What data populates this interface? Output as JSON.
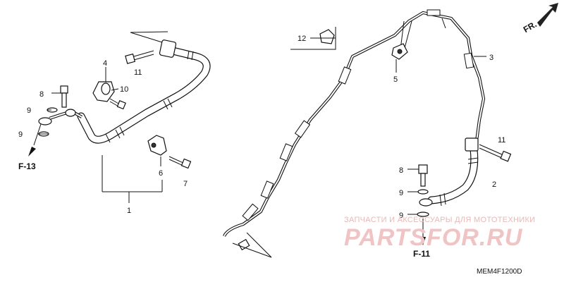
{
  "callouts": {
    "c1": "1",
    "c2": "2",
    "c3": "3",
    "c4": "4",
    "c5": "5",
    "c6": "6",
    "c7": "7",
    "c8_left": "8",
    "c8_right": "8",
    "c9_left_a": "9",
    "c9_left_b": "9",
    "c9_right_a": "9",
    "c9_right_b": "9",
    "c10": "10",
    "c11_left": "11",
    "c11_right": "11",
    "c12": "12"
  },
  "references": {
    "left": "F-13",
    "right": "F-11"
  },
  "direction_arrow": {
    "label": "FR."
  },
  "diagram_code": "MEM4F1200D",
  "watermark": {
    "line1": "ЗАПЧАСТИ И АКСЕССУАРЫ ДЛЯ МОТОТЕХНИКИ",
    "logo": "PARTSFOR.RU"
  },
  "colors": {
    "ink": "#111111",
    "watermark": "#f0c4c4"
  }
}
